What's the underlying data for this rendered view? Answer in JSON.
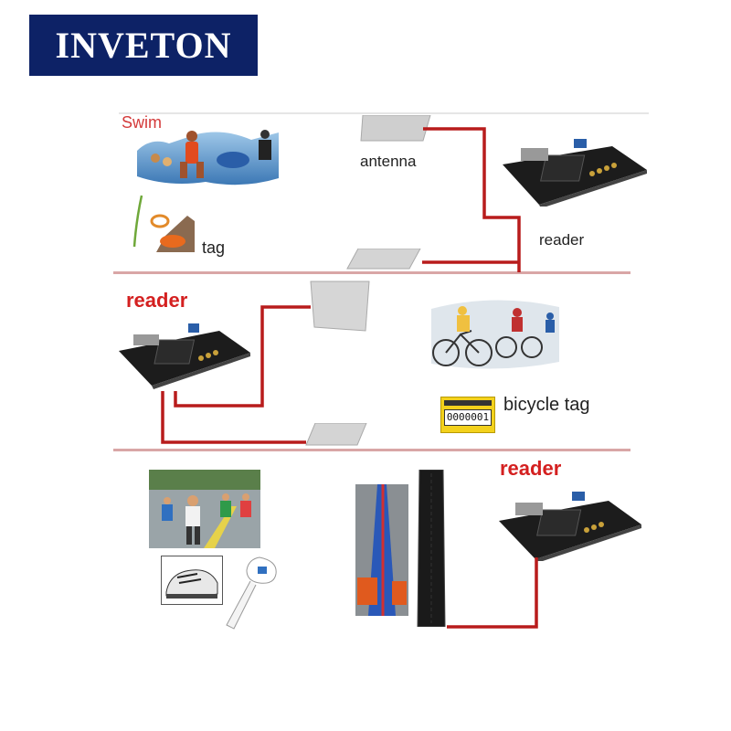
{
  "brand": {
    "name": "INVETON"
  },
  "labels": {
    "swim": "Swim",
    "antenna": "antenna",
    "tag": "tag",
    "reader_top": "reader",
    "reader_mid": "reader",
    "bicycle_tag": "bicycle tag",
    "reader_bottom": "reader"
  },
  "bicycle_tag_number": "0000001",
  "colors": {
    "brand_bg": "#0d2266",
    "cable": "#b81c1c",
    "reader_label": "#d42020",
    "divider": "#d9a6a6",
    "tag_yellow": "#f3d11c"
  },
  "icons": [
    "reader-device-icon",
    "antenna-panel-icon",
    "tag-icon",
    "shoe-tag-icon",
    "mat-antenna-icon"
  ]
}
